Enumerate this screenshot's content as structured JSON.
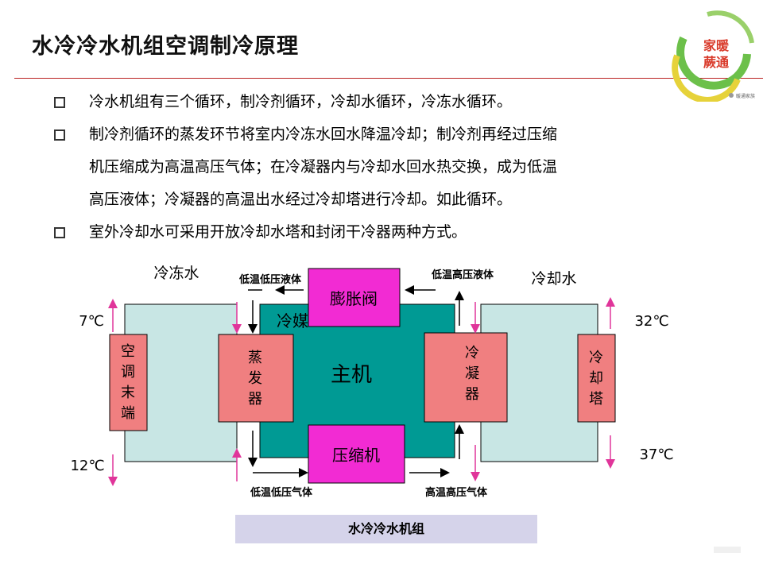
{
  "header": {
    "title": "水冷冷水机组空调制冷原理"
  },
  "logo": {
    "line1": "家暖",
    "line2": "蕨通",
    "wechat_text": "暖通家族"
  },
  "bullets": [
    {
      "lines": [
        "冷水机组有三个循环，制冷剂循环，冷却水循环，冷冻水循环。"
      ]
    },
    {
      "lines": [
        "制冷剂循环的蒸发环节将室内冷冻水回水降温冷却；制冷剂再经过压缩",
        "机压缩成为高温高压气体；在冷凝器内与冷却水回水热交换，成为低温",
        "高压液体；冷凝器的高温出水经过冷却塔进行冷却。如此循环。"
      ]
    },
    {
      "lines": [
        "室外冷却水可采用开放冷却水塔和封闭干冷器两种方式。"
      ]
    }
  ],
  "diagram": {
    "chilled_water_label": "冷冻水",
    "cooling_water_label": "冷却水",
    "refrigerant_label": "冷媒",
    "main_unit_label": "主机",
    "expansion_valve": "膨胀阀",
    "compressor": "压缩机",
    "evaporator": [
      "蒸",
      "发",
      "器"
    ],
    "condenser": [
      "冷",
      "凝",
      "器"
    ],
    "terminal": [
      "空",
      "调",
      "末",
      "端"
    ],
    "cooling_tower": [
      "冷",
      "却",
      "塔"
    ],
    "low_temp_low_press_liquid": "低温低压液体",
    "low_temp_high_press_liquid": "低温高压液体",
    "low_temp_low_press_gas": "低温低压气体",
    "high_temp_high_press_gas": "高温高压气体",
    "temp_7": "7℃",
    "temp_12": "12℃",
    "temp_32": "32℃",
    "temp_37": "37℃",
    "caption": "水冷冷水机组",
    "colors": {
      "teal": "#009a94",
      "pink": "#f07f80",
      "magenta": "#f22bd3",
      "light_blue": "#c8e6e4",
      "arrow": "#e0359a",
      "caption_bg": "#d5d3ea"
    }
  }
}
